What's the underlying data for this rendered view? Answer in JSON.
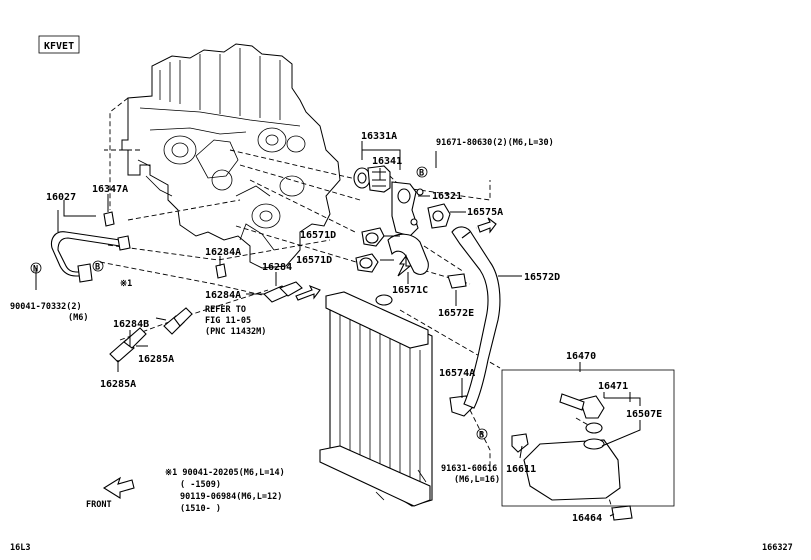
{
  "header": {
    "engine_tag": "KFVET"
  },
  "footer": {
    "left_code": "16L3",
    "right_code": "166327"
  },
  "front_label": "FRONT",
  "refer_note": {
    "line1": "REFER TO",
    "line2": "FIG 11-05",
    "line3": "(PNC 11432M)"
  },
  "parts": {
    "p16331A": "16331A",
    "p16341": "16341",
    "p91671": "91671-80630(2)(M6,L=30)",
    "p16321": "16321",
    "p16575A": "16575A",
    "p16571D_a": "16571D",
    "p16571D_b": "16571D",
    "p16571C": "16571C",
    "p16572D": "16572D",
    "p16572E": "16572E",
    "p16027": "16027",
    "p16347A": "16347A",
    "p16284A_a": "16284A",
    "p16284": "16284",
    "p16284A_b": "16284A",
    "p90041_70332": "90041-70332(2)",
    "p90041_70332_sub": "(M6)",
    "p16284B": "16284B",
    "p16285A_a": "16285A",
    "p16285A_b": "16285A",
    "p16470": "16470",
    "p16471": "16471",
    "p16574A": "16574A",
    "p16507E": "16507E",
    "p91631": "91631-60616",
    "p91631_sub": "(M6,L=16)",
    "p16611": "16611",
    "p16464": "16464"
  },
  "markers": {
    "circle_b": "B",
    "circle_n": "N",
    "ref1": "※1"
  },
  "footnote": {
    "line1": "※1 90041-20205(M6,L=14)",
    "line2": "(      -1509)",
    "line3": "90119-06984(M6,L=12)",
    "line4": "(1510-    )"
  }
}
